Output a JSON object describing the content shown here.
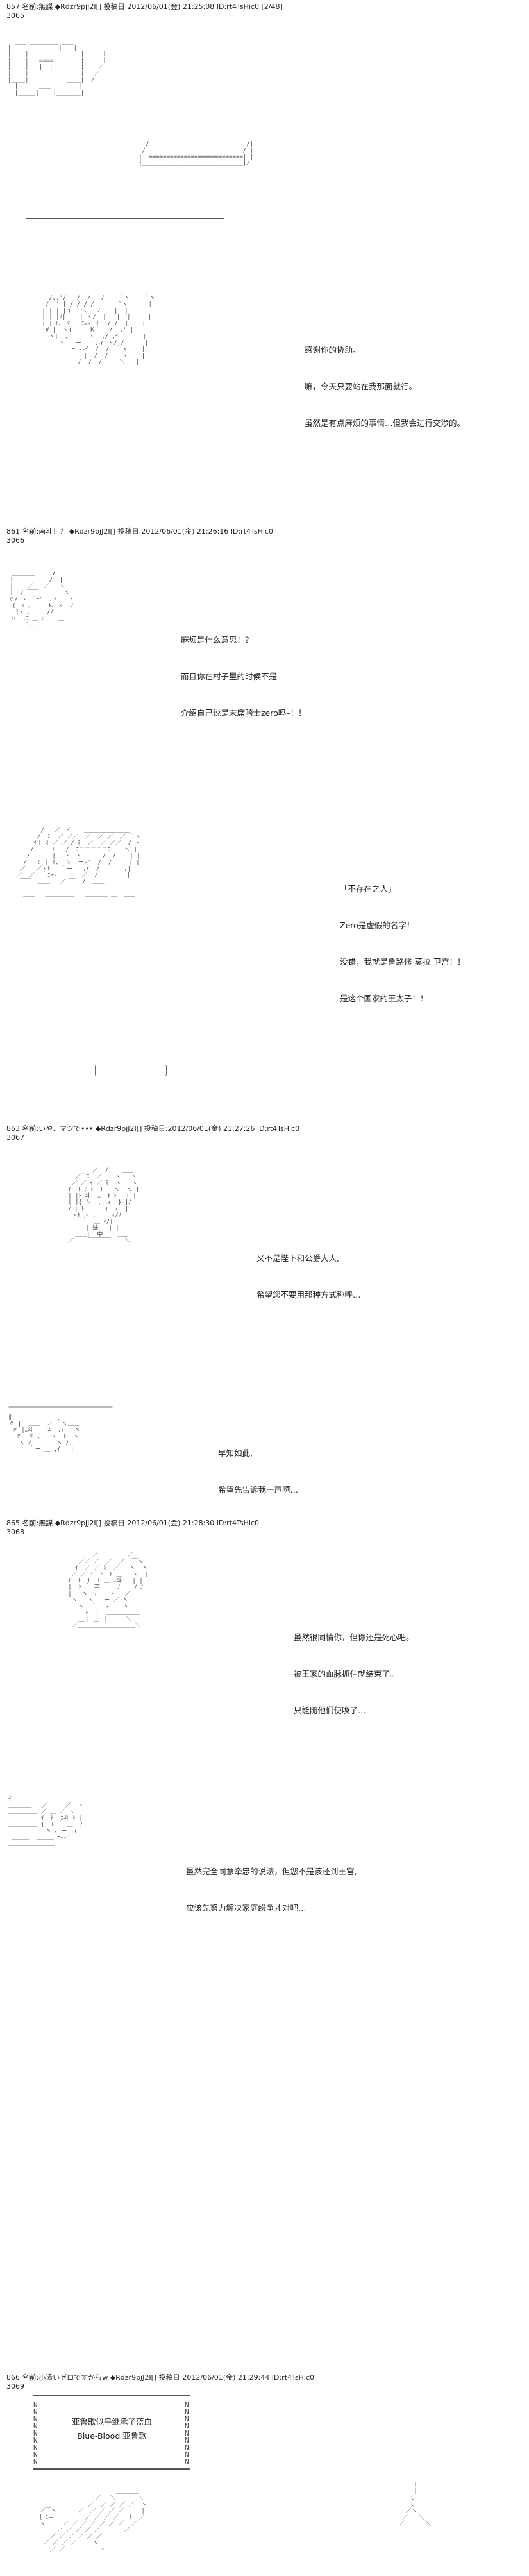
{
  "posts": [
    {
      "header": "857 名前:無謀 ◆Rdzr9pjJ2I[] 投稿日:2012/06/01(金) 21:25:08 ID:rt4TsHic0 [2/48]",
      "number": "3065",
      "dialogue": [
        "感谢你的协助。",
        "嘛，今天只要站在我那面就行。",
        "虽然是有点麻烦的事情…但我会进行交涉的。"
      ]
    },
    {
      "header": "861 名前:南斗！？ ◆Rdzr9pjJ2I[] 投稿日:2012/06/01(金) 21:26:16 ID:rt4TsHic0",
      "number": "3066",
      "dialogue_a": [
        "麻烦是什么意思！？",
        "而且你在村子里的时候不是",
        "介绍自己说是末席骑士zero吗–！！"
      ],
      "dialogue_b": [
        "「不存在之人」",
        "Zero是虚假的名字！",
        "没错，我就是鲁路修 莫拉 卫宫！！",
        "是这个国家的王太子！！"
      ]
    },
    {
      "header": "863 名前:いや、マジで••• ◆Rdzr9pjJ2I[] 投稿日:2012/06/01(金) 21:27:26 ID:rt4TsHic0",
      "number": "3067",
      "dialogue_a": [
        "又不是陛下和公爵大人,",
        "希望您不要用那种方式称呼…"
      ],
      "dialogue_b": [
        "早知如此,",
        "希望先告诉我一声啊…"
      ]
    },
    {
      "header": "865 名前:無謀 ◆Rdzr9pjJ2I[] 投稿日:2012/06/01(金) 21:28:30 ID:rt4TsHic0",
      "number": "3068",
      "dialogue_a": [
        "虽然很同情你，但你还是死心吧。",
        "被王家的血脉抓住就结束了。",
        "只能随他们使唤了…"
      ],
      "dialogue_b": [
        "虽然完全同意牵忠的说法，但您不是该还到王宫,",
        "应该先努力解决家庭纷争才对吧…"
      ]
    },
    {
      "header": "866 名前:小遣いゼロですからw ◆Rdzr9pjJ2I[] 投稿日:2012/06/01(金) 21:29:44 ID:rt4TsHic0",
      "number": "3069",
      "banner": [
        "亚鲁歌似乎继承了蓝血",
        "Blue-Blood 亚鲁歌"
      ]
    }
  ],
  "colors": {
    "text": "#222222",
    "art": "#444444",
    "background": "#ffffff"
  }
}
